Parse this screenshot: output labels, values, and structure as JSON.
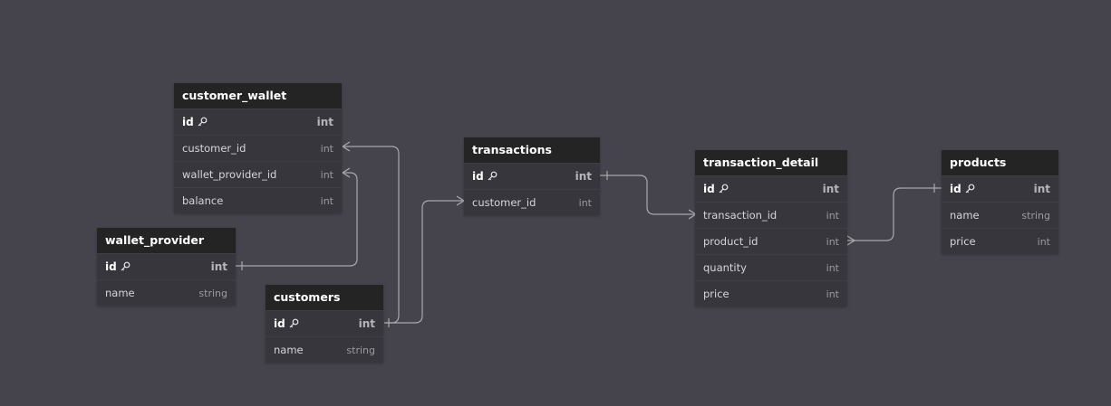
{
  "tables": {
    "customer_wallet": {
      "title": "customer_wallet",
      "fields": [
        {
          "name": "id",
          "type": "int"
        },
        {
          "name": "customer_id",
          "type": "int"
        },
        {
          "name": "wallet_provider_id",
          "type": "int"
        },
        {
          "name": "balance",
          "type": "int"
        }
      ]
    },
    "wallet_provider": {
      "title": "wallet_provider",
      "fields": [
        {
          "name": "id",
          "type": "int"
        },
        {
          "name": "name",
          "type": "string"
        }
      ]
    },
    "customers": {
      "title": "customers",
      "fields": [
        {
          "name": "id",
          "type": "int"
        },
        {
          "name": "name",
          "type": "string"
        }
      ]
    },
    "transactions": {
      "title": "transactions",
      "fields": [
        {
          "name": "id",
          "type": "int"
        },
        {
          "name": "customer_id",
          "type": "int"
        }
      ]
    },
    "transaction_detail": {
      "title": "transaction_detail",
      "fields": [
        {
          "name": "id",
          "type": "int"
        },
        {
          "name": "transaction_id",
          "type": "int"
        },
        {
          "name": "product_id",
          "type": "int"
        },
        {
          "name": "quantity",
          "type": "int"
        },
        {
          "name": "price",
          "type": "int"
        }
      ]
    },
    "products": {
      "title": "products",
      "fields": [
        {
          "name": "id",
          "type": "int"
        },
        {
          "name": "name",
          "type": "string"
        },
        {
          "name": "price",
          "type": "int"
        }
      ]
    }
  },
  "relationships": [
    {
      "from": "customer_wallet.customer_id",
      "to": "customers.id",
      "cardinality": "many-to-one"
    },
    {
      "from": "customer_wallet.wallet_provider_id",
      "to": "wallet_provider.id",
      "cardinality": "many-to-one"
    },
    {
      "from": "transactions.customer_id",
      "to": "customers.id",
      "cardinality": "many-to-one"
    },
    {
      "from": "transaction_detail.transaction_id",
      "to": "transactions.id",
      "cardinality": "many-to-one"
    },
    {
      "from": "transaction_detail.product_id",
      "to": "products.id",
      "cardinality": "many-to-one"
    }
  ],
  "colors": {
    "canvas": "#45444c",
    "table_header": "#242424",
    "table_body": "#37363c",
    "connector": "#a9a8ae"
  },
  "icons": {
    "primary_key": "key-icon"
  }
}
